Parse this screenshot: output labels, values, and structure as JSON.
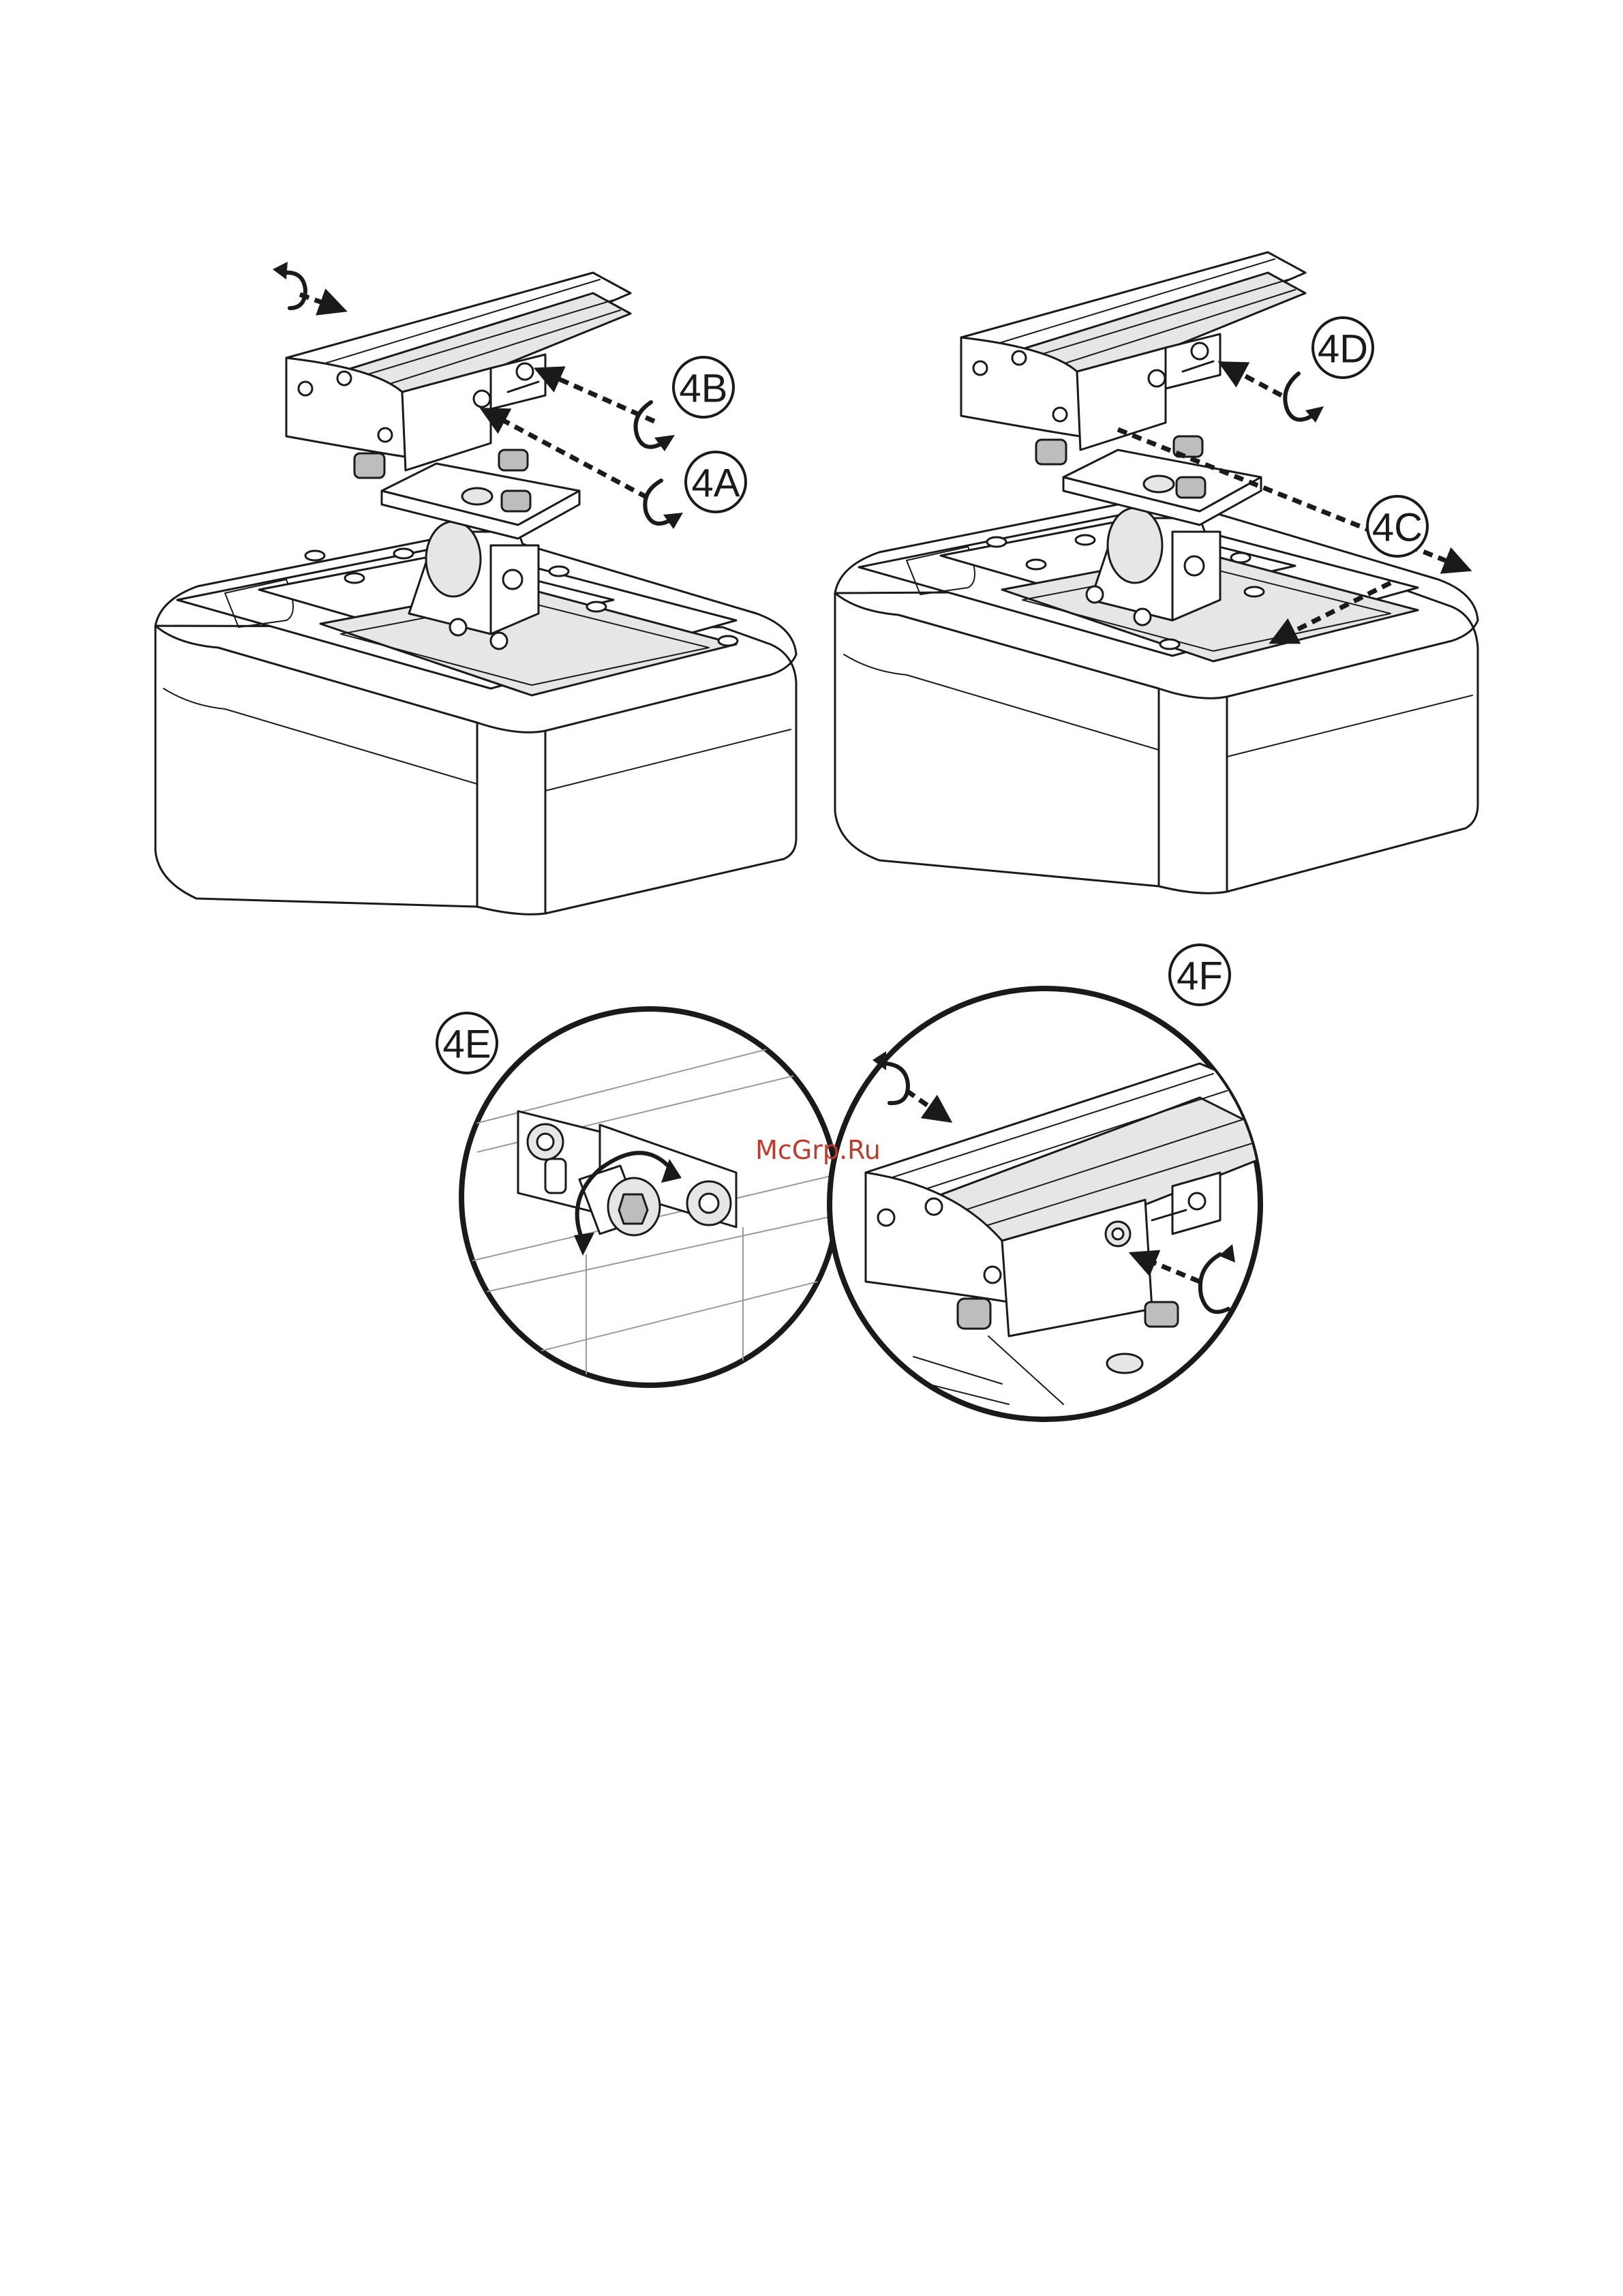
{
  "callouts": {
    "c4a": "4A",
    "c4b": "4B",
    "c4c": "4C",
    "c4d": "4D",
    "c4e": "4E",
    "c4f": "4F"
  },
  "watermark": "McGrp.Ru",
  "colors": {
    "line": "#1a1a1a",
    "watermark": "#c0392b"
  }
}
